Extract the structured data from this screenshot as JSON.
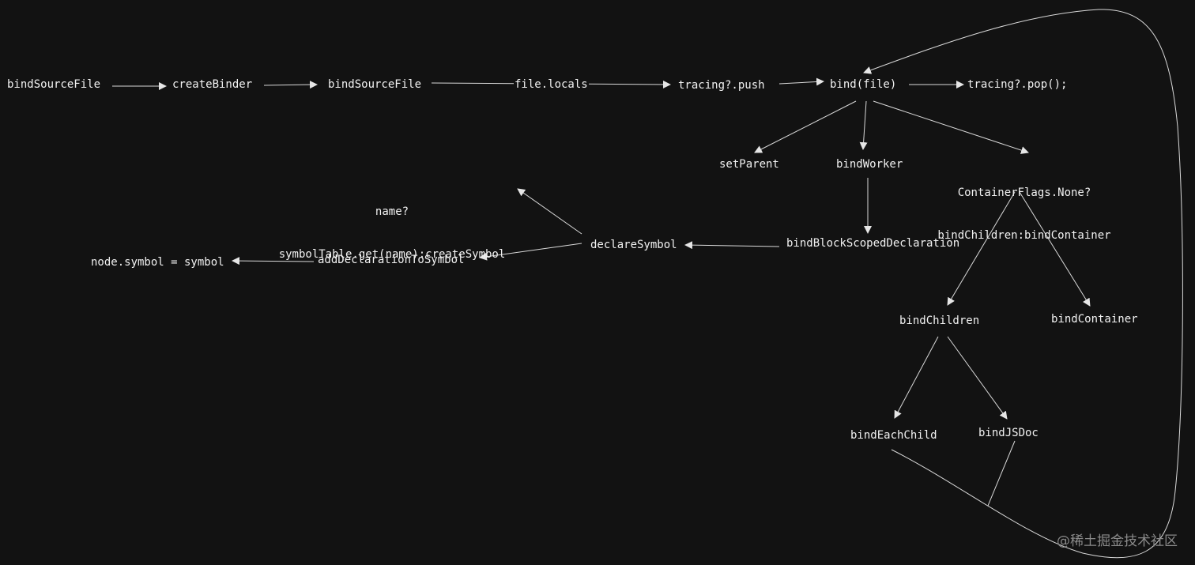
{
  "nodes": {
    "bind_source_file_1": "bindSourceFile",
    "create_binder": "createBinder",
    "bind_source_file_2": "bindSourceFile",
    "file_locals": "file.locals",
    "tracing_push": "tracing?.push",
    "bind_file": "bind(file)",
    "tracing_pop": "tracing?.pop();",
    "set_parent": "setParent",
    "bind_worker": "bindWorker",
    "container_flags_line1": "ContainerFlags.None?",
    "container_flags_line2": "bindChildren:bindContainer",
    "symbol_lookup_line1": "name?",
    "symbol_lookup_line2": "symbolTable.get(name):createSymbol",
    "declare_symbol": "declareSymbol",
    "bind_block_scoped_declaration": "bindBlockScopedDeclaration",
    "node_symbol": "node.symbol = symbol",
    "add_declaration_to_symbol": "addDeclarationToSymbol",
    "bind_children": "bindChildren",
    "bind_container": "bindContainer",
    "bind_each_child": "bindEachChild",
    "bind_jsdoc": "bindJSDoc"
  },
  "watermark": "@稀土掘金技术社区",
  "colors": {
    "background": "#121212",
    "text": "#f2f2f2",
    "edge": "#d9d9d9",
    "watermark": "#8a8a8a"
  }
}
